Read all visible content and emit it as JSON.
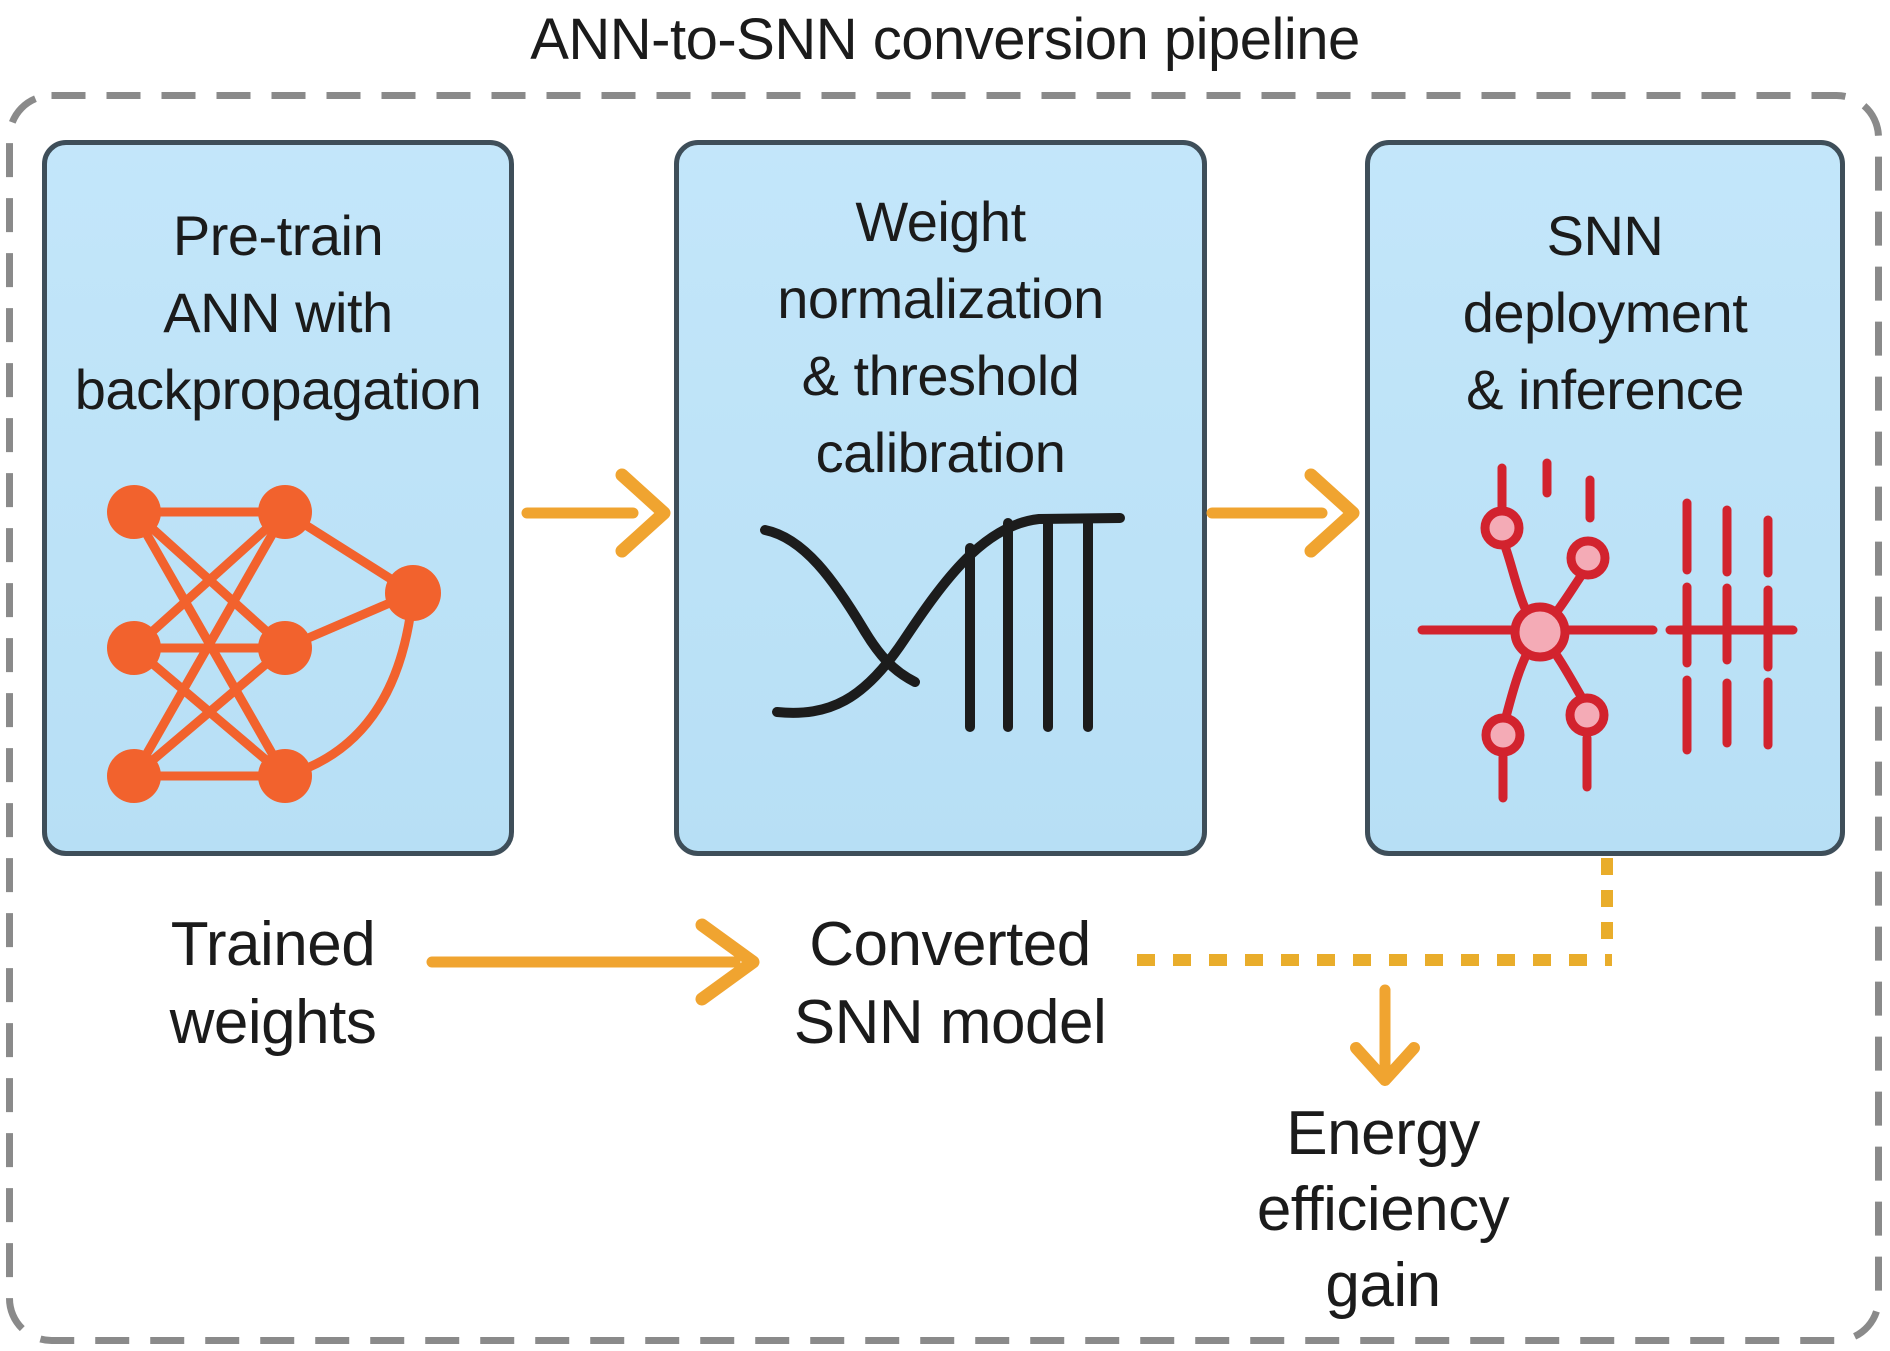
{
  "title": "ANN-to-SNN conversion pipeline",
  "pipeline": {
    "steps": [
      {
        "id": "pretrain",
        "lines": [
          "Pre-train",
          "ANN with",
          "backpropagation"
        ],
        "icon": "ann-network-icon"
      },
      {
        "id": "normalize",
        "lines": [
          "Weight",
          "normalization",
          "& threshold",
          "calibration"
        ],
        "icon": "sigmoid-threshold-icon"
      },
      {
        "id": "deploy",
        "lines": [
          "SNN",
          "deployment",
          "& inference"
        ],
        "icon": "spiking-neuron-icon"
      }
    ],
    "connectors": [
      {
        "id": "arrow-step1-step2",
        "type": "solid-arrow-right"
      },
      {
        "id": "arrow-step2-step3",
        "type": "solid-arrow-right"
      },
      {
        "id": "arrow-trained-to-converted",
        "type": "solid-arrow-right"
      },
      {
        "id": "dashed-feedback-line",
        "type": "dashed-elbow"
      },
      {
        "id": "arrow-down-energy",
        "type": "solid-arrow-down"
      }
    ]
  },
  "labels": {
    "trained_weights": {
      "lines": [
        "Trained",
        "weights"
      ]
    },
    "converted_snn": {
      "lines": [
        "Converted",
        "SNN model"
      ]
    },
    "energy_gain": {
      "lines": [
        "Energy",
        "efficiency",
        "gain"
      ]
    }
  },
  "colors": {
    "box_fill": "#BEE3F8",
    "box_border": "#3E4E59",
    "outer_dashed_border": "#8A8A8A",
    "arrow_orange": "#F0A430",
    "dashed_orange": "#E9AD2B",
    "ann_icon_orange": "#F2622D",
    "snn_icon_red": "#D2232E",
    "snn_icon_pink": "#F4ABB6",
    "sigmoid_icon_black": "#1C1C1C",
    "text": "#1B1B1B"
  }
}
